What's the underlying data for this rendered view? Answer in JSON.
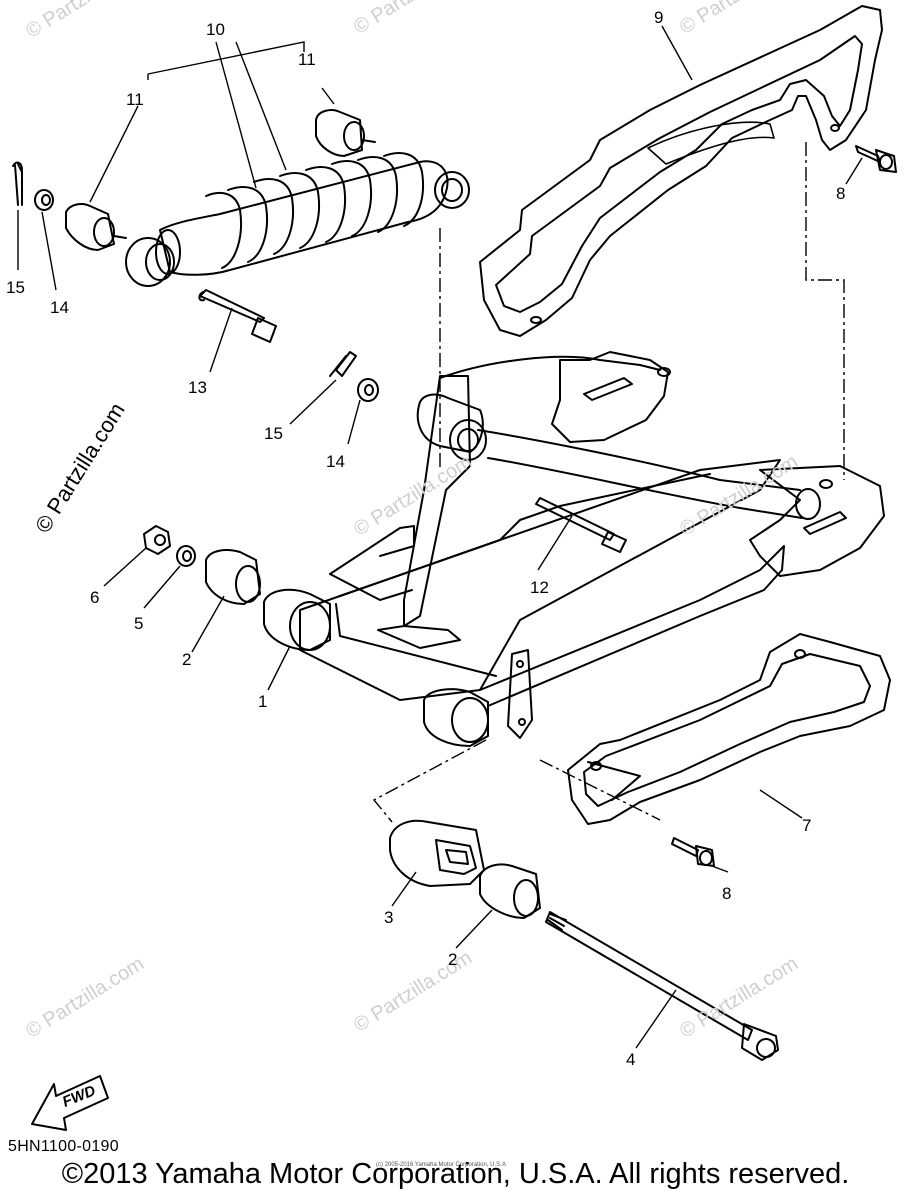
{
  "diagram": {
    "code": "5HN1100-0190",
    "copyright": "©2013 Yamaha Motor Corporation, U.S.A. All rights reserved.",
    "fine_print": "(c) 2005-2016 Yamaha Motor Corporation, U.S.A",
    "watermark": "© Partzilla.com",
    "fwd_label": "FWD",
    "callouts": [
      {
        "id": "c10",
        "label": "10"
      },
      {
        "id": "c11a",
        "label": "11"
      },
      {
        "id": "c11b",
        "label": "11"
      },
      {
        "id": "c15a",
        "label": "15"
      },
      {
        "id": "c14a",
        "label": "14"
      },
      {
        "id": "c13",
        "label": "13"
      },
      {
        "id": "c9",
        "label": "9"
      },
      {
        "id": "c8a",
        "label": "8"
      },
      {
        "id": "c15b",
        "label": "15"
      },
      {
        "id": "c14b",
        "label": "14"
      },
      {
        "id": "c12",
        "label": "12"
      },
      {
        "id": "c6",
        "label": "6"
      },
      {
        "id": "c5",
        "label": "5"
      },
      {
        "id": "c2a",
        "label": "2"
      },
      {
        "id": "c1",
        "label": "1"
      },
      {
        "id": "c7",
        "label": "7"
      },
      {
        "id": "c8b",
        "label": "8"
      },
      {
        "id": "c3",
        "label": "3"
      },
      {
        "id": "c2b",
        "label": "2"
      },
      {
        "id": "c4",
        "label": "4"
      }
    ]
  }
}
